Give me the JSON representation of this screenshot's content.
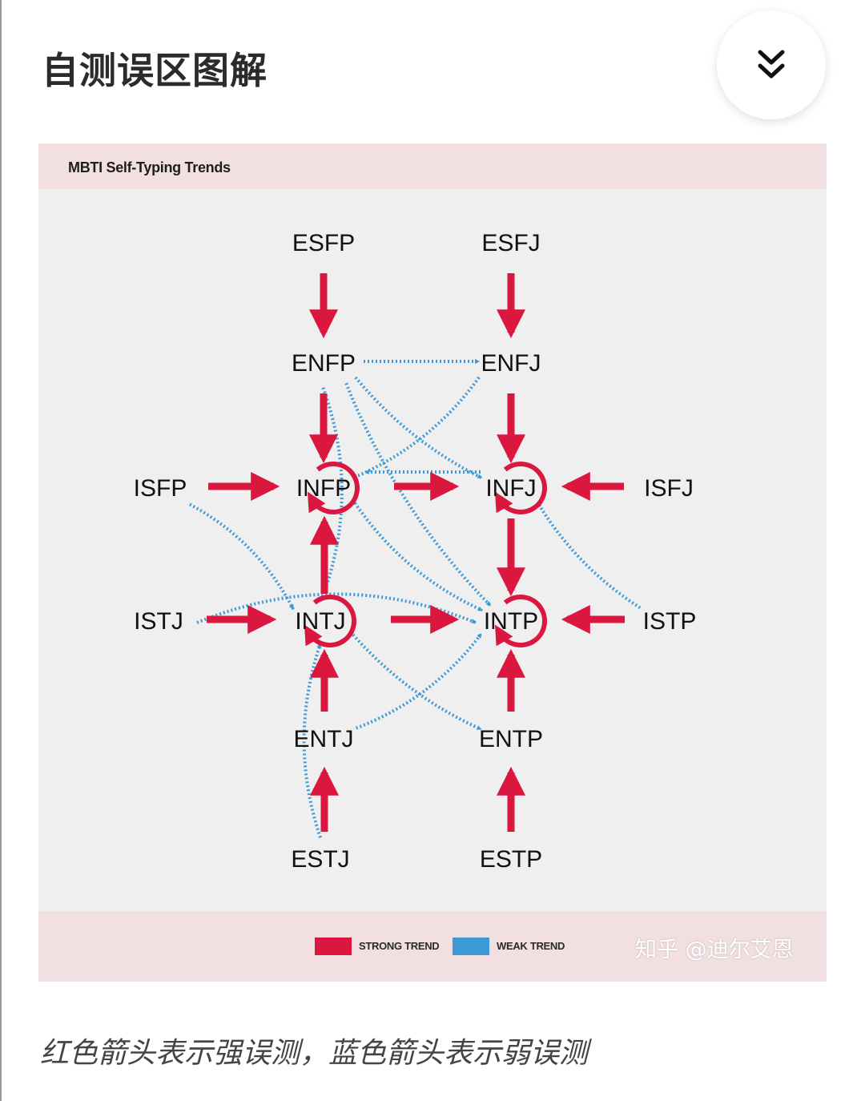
{
  "header": {
    "title": "自测误区图解",
    "collapse_icon": "double-chevron-down-icon"
  },
  "figure": {
    "title": "MBTI Self-Typing Trends",
    "legend": [
      {
        "label": "STRONG TREND",
        "color": "#d9173f"
      },
      {
        "label": "WEAK TREND",
        "color": "#3d9ad6"
      }
    ],
    "watermark": "知乎 @迪尔艾恩",
    "colors": {
      "strong": "#d9173f",
      "weak": "#3d9ad6"
    }
  },
  "diagram": {
    "types": {
      "ESFP": "ESFP",
      "ESFJ": "ESFJ",
      "ENFP": "ENFP",
      "ENFJ": "ENFJ",
      "ISFP": "ISFP",
      "INFP": "INFP",
      "INFJ": "INFJ",
      "ISFJ": "ISFJ",
      "ISTJ": "ISTJ",
      "INTJ": "INTJ",
      "INTP": "INTP",
      "ISTP": "ISTP",
      "ENTJ": "ENTJ",
      "ENTP": "ENTP",
      "ESTJ": "ESTJ",
      "ESTP": "ESTP"
    },
    "strong_trends": [
      {
        "from": "ESFP",
        "to": "ENFP"
      },
      {
        "from": "ESFJ",
        "to": "ENFJ"
      },
      {
        "from": "ENFP",
        "to": "INFP"
      },
      {
        "from": "ENFJ",
        "to": "INFJ"
      },
      {
        "from": "ISFP",
        "to": "INFP"
      },
      {
        "from": "INFP",
        "to": "INFJ"
      },
      {
        "from": "ISFJ",
        "to": "INFJ"
      },
      {
        "from": "INFJ",
        "to": "INTP"
      },
      {
        "from": "INTJ",
        "to": "INFP"
      },
      {
        "from": "ISTJ",
        "to": "INTJ"
      },
      {
        "from": "INTJ",
        "to": "INTP"
      },
      {
        "from": "ISTP",
        "to": "INTP"
      },
      {
        "from": "ENTJ",
        "to": "INTJ"
      },
      {
        "from": "ENTP",
        "to": "INTP"
      },
      {
        "from": "ESTJ",
        "to": "ENTJ"
      },
      {
        "from": "ESTP",
        "to": "ENTP"
      }
    ],
    "weak_trends": [
      {
        "from": "ENFP",
        "to": "ENFJ"
      },
      {
        "from": "ENFJ",
        "to": "INFP"
      },
      {
        "from": "ENFP",
        "to": "INFJ"
      },
      {
        "from": "ENFP",
        "to": "INTP"
      },
      {
        "from": "ENFP",
        "to": "INTJ"
      },
      {
        "from": "INFJ",
        "to": "INFP"
      },
      {
        "from": "INFP",
        "to": "INTP"
      },
      {
        "from": "ISFP",
        "to": "INTJ"
      },
      {
        "from": "ISTP",
        "to": "INFJ"
      },
      {
        "from": "ISTJ",
        "to": "INTP"
      },
      {
        "from": "INTJ",
        "to": "ENTP"
      },
      {
        "from": "ENTJ",
        "to": "INTP"
      },
      {
        "from": "ESTJ",
        "to": "INTJ"
      }
    ],
    "self_loops": [
      "INFP",
      "INFJ",
      "INTJ",
      "INTP"
    ]
  },
  "caption": "红色箭头表示强误测，蓝色箭头表示弱误测"
}
